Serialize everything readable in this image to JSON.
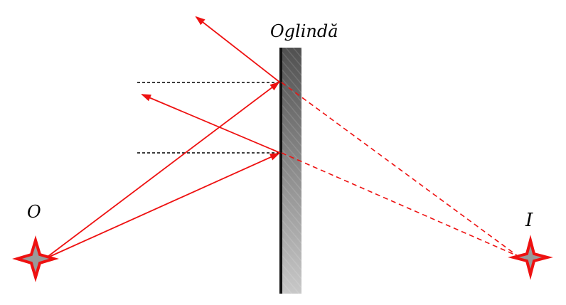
{
  "labels": {
    "mirror": "Oglindă",
    "object": "O",
    "image": "I"
  },
  "colors": {
    "ray": "#ee1111",
    "star_fill": "#9a9a9a",
    "mirror_edge": "#111111",
    "mirror_dark": "#555555",
    "mirror_light": "#c4c4c4"
  },
  "icons": {
    "object_marker": "four-point-star-icon",
    "image_marker": "four-point-star-icon"
  }
}
